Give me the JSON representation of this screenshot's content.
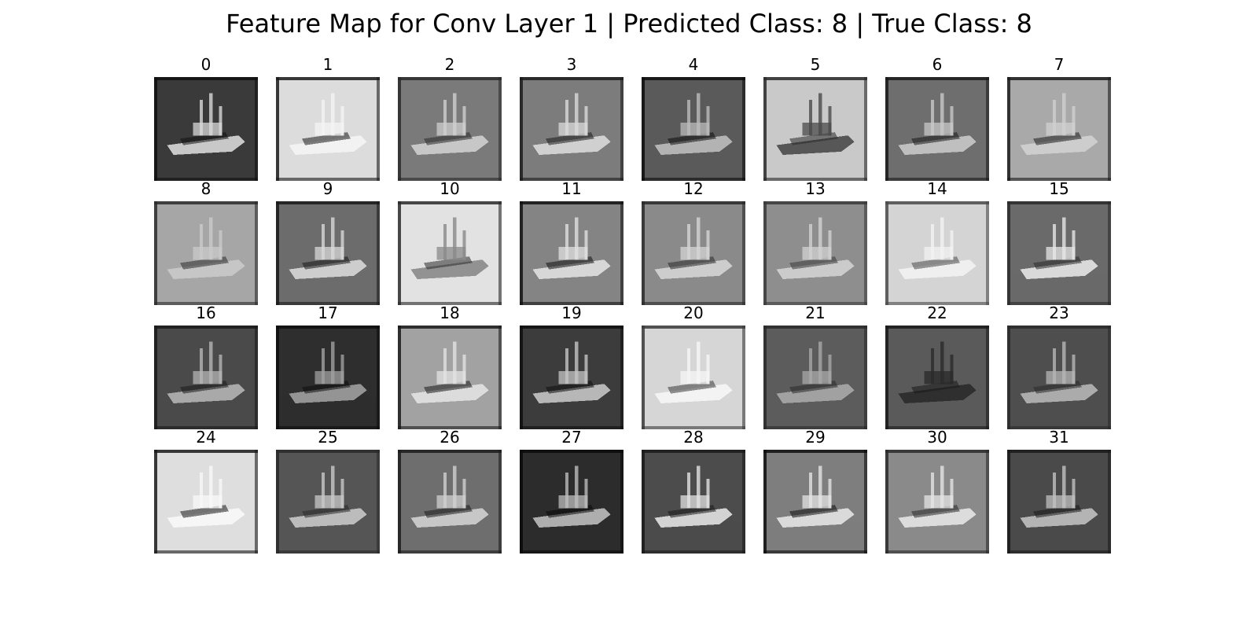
{
  "figure": {
    "title": "Feature Map for Conv Layer 1 | Predicted Class: 8 | True Class: 8"
  },
  "feature_maps": [
    {
      "label": "0",
      "bg": "#3a3a3a",
      "edge": "#111111",
      "boat": "#d8d8d8"
    },
    {
      "label": "1",
      "bg": "#dcdcdc",
      "edge": "#1a1a1a",
      "boat": "#f4f4f4"
    },
    {
      "label": "2",
      "bg": "#7a7a7a",
      "edge": "#2a2a2a",
      "boat": "#cfcfcf"
    },
    {
      "label": "3",
      "bg": "#7c7c7c",
      "edge": "#1c1c1c",
      "boat": "#d9d9d9"
    },
    {
      "label": "4",
      "bg": "#5a5a5a",
      "edge": "#0e0e0e",
      "boat": "#bcbcbc"
    },
    {
      "label": "5",
      "bg": "#c9c9c9",
      "edge": "#2a2a2a",
      "boat": "#4a4a4a"
    },
    {
      "label": "6",
      "bg": "#6e6e6e",
      "edge": "#1a1a1a",
      "boat": "#c8c8c8"
    },
    {
      "label": "7",
      "bg": "#a9a9a9",
      "edge": "#1c1c1c",
      "boat": "#d0d0d0"
    },
    {
      "label": "8",
      "bg": "#a6a6a6",
      "edge": "#2c2c2c",
      "boat": "#cacaca"
    },
    {
      "label": "9",
      "bg": "#6c6c6c",
      "edge": "#1a1a1a",
      "boat": "#d8d8d8"
    },
    {
      "label": "10",
      "bg": "#e2e2e2",
      "edge": "#2a2a2a",
      "boat": "#8a8a8a"
    },
    {
      "label": "11",
      "bg": "#848484",
      "edge": "#121212",
      "boat": "#e0e0e0"
    },
    {
      "label": "12",
      "bg": "#8a8a8a",
      "edge": "#2a2a2a",
      "boat": "#d4d4d4"
    },
    {
      "label": "13",
      "bg": "#8e8e8e",
      "edge": "#3a3a3a",
      "boat": "#d2d2d2"
    },
    {
      "label": "14",
      "bg": "#d4d4d4",
      "edge": "#4a4a4a",
      "boat": "#f2f2f2"
    },
    {
      "label": "15",
      "bg": "#6a6a6a",
      "edge": "#2a2a2a",
      "boat": "#e6e6e6"
    },
    {
      "label": "16",
      "bg": "#4a4a4a",
      "edge": "#1a1a1a",
      "boat": "#b4b4b4"
    },
    {
      "label": "17",
      "bg": "#2e2e2e",
      "edge": "#0e0e0e",
      "boat": "#a0a0a0"
    },
    {
      "label": "18",
      "bg": "#a2a2a2",
      "edge": "#1a1a1a",
      "boat": "#e2e2e2"
    },
    {
      "label": "19",
      "bg": "#3c3c3c",
      "edge": "#0e0e0e",
      "boat": "#c4c4c4"
    },
    {
      "label": "20",
      "bg": "#d6d6d6",
      "edge": "#3a3a3a",
      "boat": "#f6f6f6"
    },
    {
      "label": "21",
      "bg": "#5c5c5c",
      "edge": "#2a2a2a",
      "boat": "#a8a8a8"
    },
    {
      "label": "22",
      "bg": "#5a5a5a",
      "edge": "#1a1a1a",
      "boat": "#2a2a2a"
    },
    {
      "label": "23",
      "bg": "#4e4e4e",
      "edge": "#2a2a2a",
      "boat": "#b6b6b6"
    },
    {
      "label": "24",
      "bg": "#dedede",
      "edge": "#1a1a1a",
      "boat": "#f8f8f8"
    },
    {
      "label": "25",
      "bg": "#555555",
      "edge": "#2a2a2a",
      "boat": "#c8c8c8"
    },
    {
      "label": "26",
      "bg": "#6e6e6e",
      "edge": "#1c1c1c",
      "boat": "#d0d0d0"
    },
    {
      "label": "27",
      "bg": "#2c2c2c",
      "edge": "#0a0a0a",
      "boat": "#bcbcbc"
    },
    {
      "label": "28",
      "bg": "#4c4c4c",
      "edge": "#1a1a1a",
      "boat": "#e2e2e2"
    },
    {
      "label": "29",
      "bg": "#7e7e7e",
      "edge": "#0e0e0e",
      "boat": "#e4e4e4"
    },
    {
      "label": "30",
      "bg": "#8a8a8a",
      "edge": "#2a2a2a",
      "boat": "#e4e4e4"
    },
    {
      "label": "31",
      "bg": "#4a4a4a",
      "edge": "#1a1a1a",
      "boat": "#c0c0c0"
    }
  ]
}
